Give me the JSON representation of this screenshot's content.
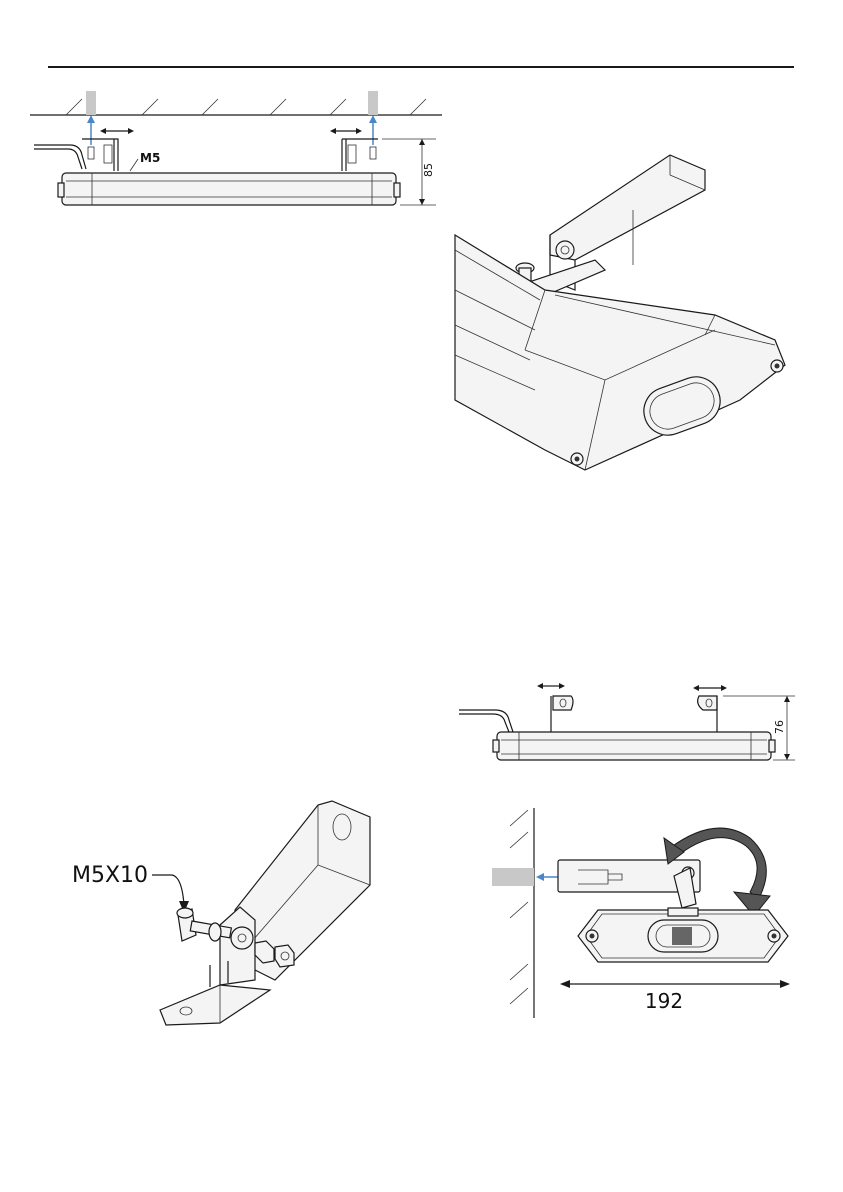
{
  "figure1": {
    "screw_label": "M5",
    "height_dim": "85"
  },
  "figure3": {
    "height_dim": "76"
  },
  "figure4": {
    "screw_label": "M5X10"
  },
  "figure5": {
    "width_dim": "192"
  },
  "colors": {
    "line": "#1a1a1a",
    "arrow": "#4a86c8",
    "post": "#c8c8c8"
  }
}
